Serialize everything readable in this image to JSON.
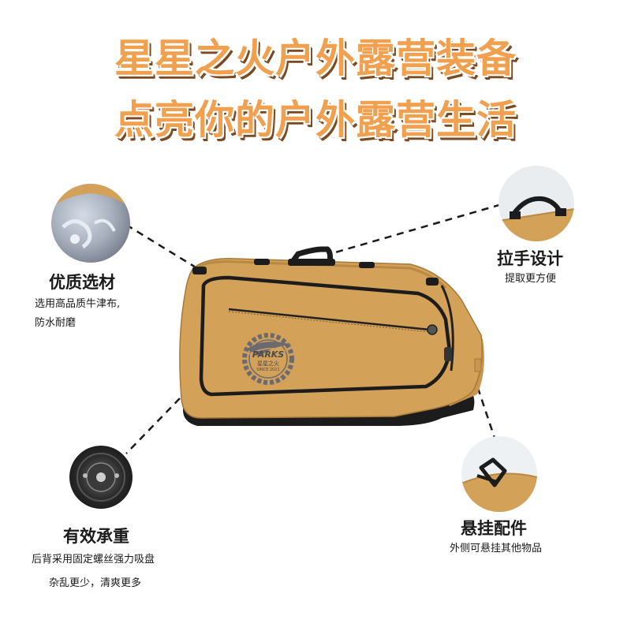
{
  "headline": {
    "line1": "星星之火户外露营装备",
    "line2": "点亮你的户外露营生活"
  },
  "features": [
    {
      "title": "优质选材",
      "desc": [
        "选用高品质牛津布,",
        "防水耐磨"
      ]
    },
    {
      "title": "拉手设计",
      "desc": [
        "提取更方便"
      ]
    },
    {
      "title": "有效承重",
      "desc": [
        "后背采用固定螺丝强力吸盘",
        "杂乱更少，清爽更多"
      ]
    },
    {
      "title": "悬挂配件",
      "desc": [
        "外侧可悬挂其他物品"
      ]
    }
  ],
  "logo": {
    "brand": "PARKS",
    "cn": "星星之火",
    "since": "SINCE 2021"
  },
  "colors": {
    "headline": "#f0a04e",
    "headline_shadow": "#7a4a22",
    "bag_fabric": "#d3a158",
    "bag_trim": "#1c1c1c"
  }
}
